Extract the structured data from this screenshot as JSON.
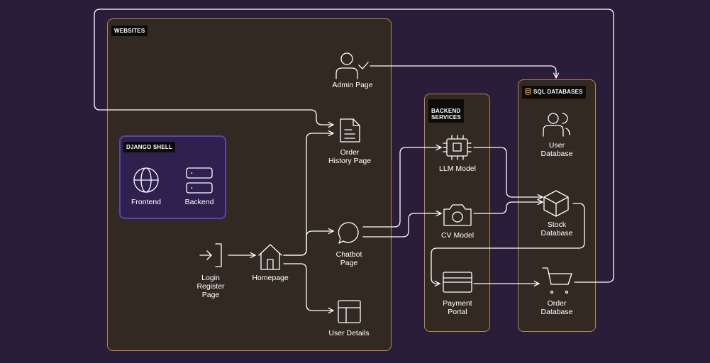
{
  "groups": {
    "websites": "WEBSITES",
    "django_shell": "DJANGO SHELL",
    "backend_services": "BACKEND\nSERVICES",
    "sql_databases": "SQL DATABASES"
  },
  "nodes": {
    "frontend": "Frontend",
    "backend": "Backend",
    "login": "Login\nRegister\nPage",
    "homepage": "Homepage",
    "admin": "Admin Page",
    "order_history": "Order\nHistory Page",
    "chatbot": "Chatbot\nPage",
    "user_details": "User Details",
    "llm": "LLM Model",
    "cv": "CV Model",
    "payment": "Payment\nPortal",
    "user_db": "User\nDatabase",
    "stock_db": "Stock\nDatabase",
    "order_db": "Order\nDatabase"
  },
  "colors": {
    "background": "#2a1d39",
    "group_fill": "#322a22",
    "group_border": "#b8864a",
    "django_fill": "#2e2150",
    "django_border": "#5b44a8",
    "stroke": "#ffffff"
  },
  "icons": {
    "frontend": "globe-icon",
    "backend": "server-icon",
    "login": "login-icon",
    "homepage": "home-icon",
    "admin": "admin-user-check-icon",
    "order_history": "document-icon",
    "chatbot": "chat-bubble-icon",
    "user_details": "layout-panel-icon",
    "llm": "cpu-chip-icon",
    "cv": "camera-icon",
    "payment": "credit-card-icon",
    "user_db": "users-icon",
    "stock_db": "box-icon",
    "order_db": "shopping-cart-icon",
    "sql_databases": "database-icon"
  }
}
